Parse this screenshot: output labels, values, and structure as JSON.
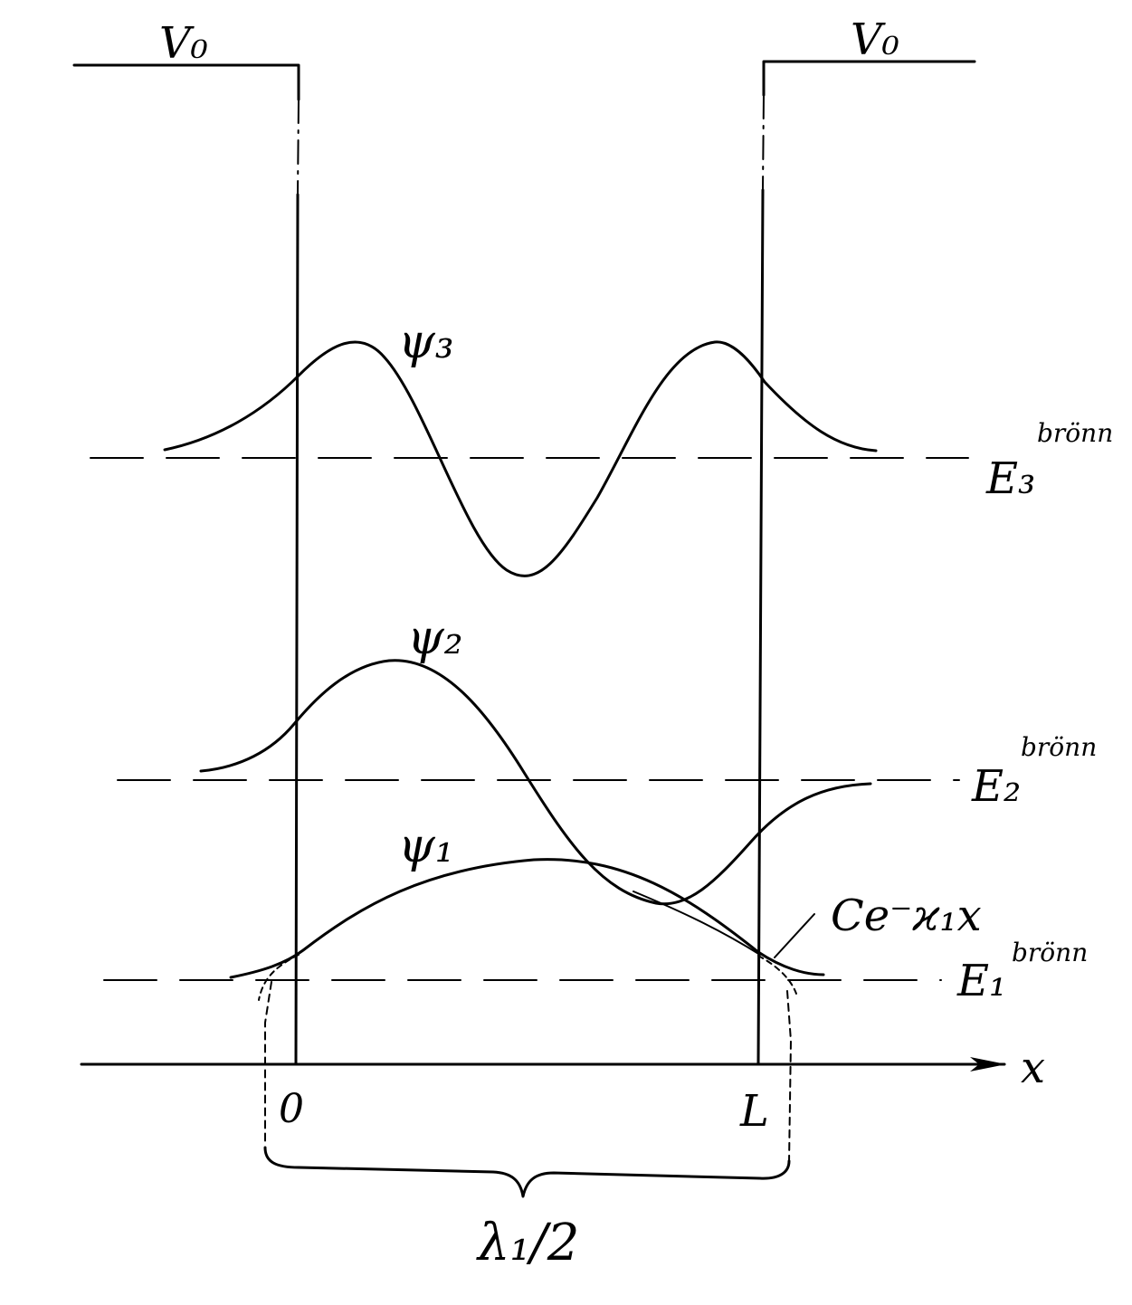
{
  "labels": {
    "potential_left": "V₀",
    "potential_right": "V₀",
    "psi1": "ψ₁",
    "psi2": "ψ₂",
    "psi3": "ψ₃",
    "level1_symbol": "E₁",
    "level2_symbol": "E₂",
    "level3_symbol": "E₃",
    "level_superscript": "brönn",
    "decay_expression": "Ce⁻ϰ₁x",
    "axis_x": "x",
    "origin": "0",
    "well_width": "L",
    "wavelength_span": "λ₁/2"
  },
  "colors": {
    "ink": "#000000",
    "background": "#ffffff"
  }
}
